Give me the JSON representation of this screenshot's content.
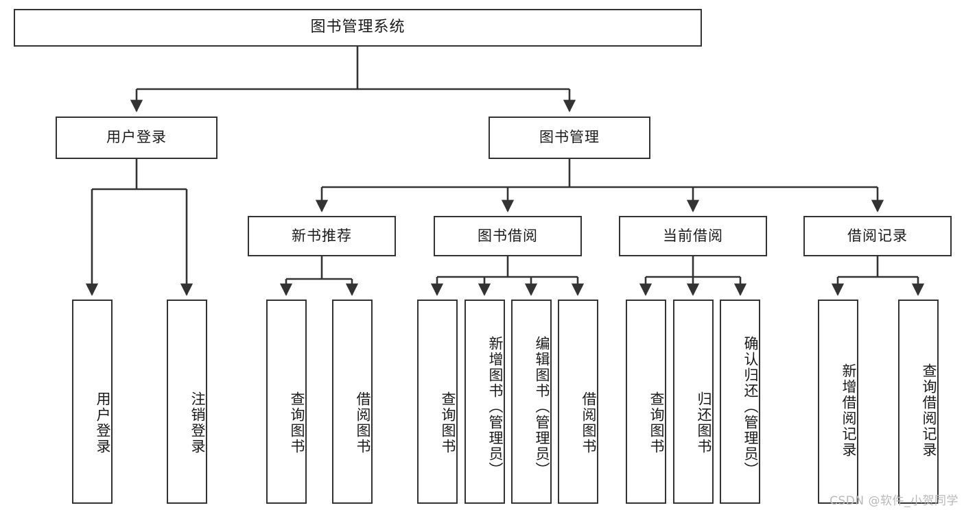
{
  "diagram": {
    "title": "图书管理系统",
    "type": "hierarchy-tree",
    "watermark": "CSDN @软件_小贺同学",
    "colors": {
      "box_border": "#333333",
      "box_fill": "#ffffff",
      "edge": "#333333",
      "text": "#1a1a1a",
      "watermark": "#b9b9b9"
    },
    "levels": {
      "root": [
        "图书管理系统"
      ],
      "level2": [
        "用户登录",
        "图书管理"
      ],
      "level3": [
        "新书推荐",
        "图书借阅",
        "当前借阅",
        "借阅记录"
      ],
      "leaves": [
        "用户登录",
        "注销登录",
        "查询图书",
        "借阅图书",
        "查询图书",
        "新增图书（管理员）",
        "编辑图书（管理员）",
        "借阅图书",
        "查询图书",
        "归还图书",
        "确认归还（管理员）",
        "新增借阅记录",
        "查询借阅记录"
      ]
    }
  },
  "nodes": {
    "root": {
      "label": "图书管理系统"
    },
    "user_login": {
      "label": "用户登录"
    },
    "book_manage": {
      "label": "图书管理"
    },
    "new_book_rec": {
      "label": "新书推荐"
    },
    "book_borrow": {
      "label": "图书借阅"
    },
    "current_borrow": {
      "label": "当前借阅"
    },
    "borrow_record": {
      "label": "借阅记录"
    },
    "leaf_user_login": {
      "label": "用户登录"
    },
    "leaf_logout": {
      "label": "注销登录"
    },
    "leaf_query_book_1": {
      "label": "查询图书"
    },
    "leaf_borrow_book_1": {
      "label": "借阅图书"
    },
    "leaf_query_book_2": {
      "label": "查询图书"
    },
    "leaf_add_book": {
      "label": "新增图书（管理员）"
    },
    "leaf_edit_book": {
      "label": "编辑图书（管理员）"
    },
    "leaf_borrow_book_2": {
      "label": "借阅图书"
    },
    "leaf_query_book_3": {
      "label": "查询图书"
    },
    "leaf_return_book": {
      "label": "归还图书"
    },
    "leaf_confirm_return": {
      "label": "确认归还（管理员）"
    },
    "leaf_add_record": {
      "label": "新增借阅记录"
    },
    "leaf_query_record": {
      "label": "查询借阅记录"
    }
  },
  "watermark": {
    "text": "CSDN @软件_小贺同学"
  }
}
